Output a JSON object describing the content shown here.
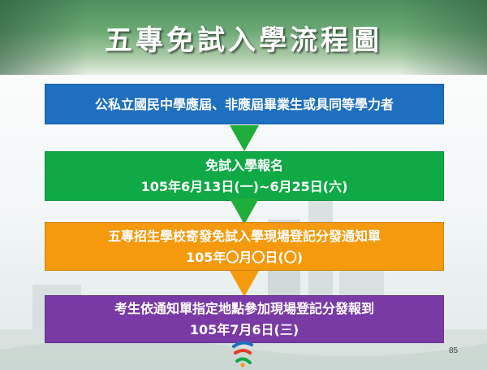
{
  "slide": {
    "title": "五專免試入學流程圖",
    "page_number": "85"
  },
  "steps": [
    {
      "lines": [
        "公私立國民中學應屆、非應屆畢業生或具同等學力者"
      ],
      "color": "#1e6fbf"
    },
    {
      "lines": [
        "免試入學報名",
        "105年6月13日(一)~6月25日(六)"
      ],
      "color": "#0fa946"
    },
    {
      "lines": [
        "五專招生學校寄發免試入學現場登記分發通知單",
        "105年〇月〇日(〇)"
      ],
      "color": "#f59a0c"
    },
    {
      "lines": [
        "考生依通知單指定地點參加現場登記分發報到",
        "105年7月6日(三)"
      ],
      "color": "#7a3aa6"
    }
  ],
  "arrow_color": "#1fae3a",
  "icons": [
    "arrow-down-icon",
    "logo-icon"
  ]
}
